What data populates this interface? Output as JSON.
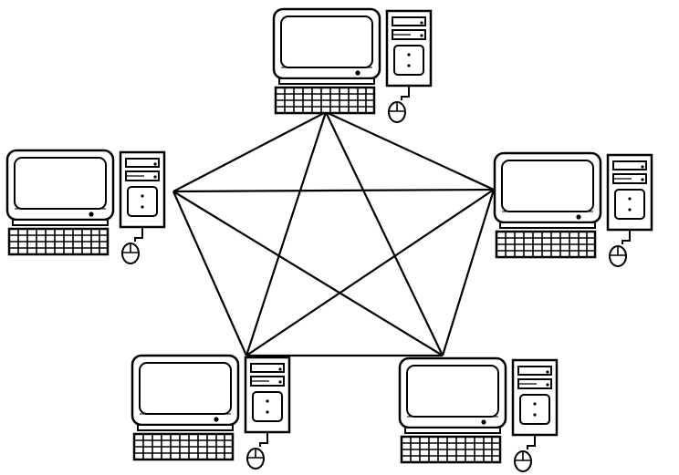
{
  "diagram": {
    "kind": "mesh-network",
    "nodes": [
      {
        "id": "node-top",
        "device": "desktop-computer-icon"
      },
      {
        "id": "node-left",
        "device": "desktop-computer-icon"
      },
      {
        "id": "node-right",
        "device": "desktop-computer-icon"
      },
      {
        "id": "node-bottom-left",
        "device": "desktop-computer-icon"
      },
      {
        "id": "node-bottom-right",
        "device": "desktop-computer-icon"
      }
    ],
    "links": [
      [
        "node-top",
        "node-left"
      ],
      [
        "node-top",
        "node-right"
      ],
      [
        "node-top",
        "node-bottom-left"
      ],
      [
        "node-top",
        "node-bottom-right"
      ],
      [
        "node-left",
        "node-right"
      ],
      [
        "node-left",
        "node-bottom-left"
      ],
      [
        "node-left",
        "node-bottom-right"
      ],
      [
        "node-right",
        "node-bottom-left"
      ],
      [
        "node-right",
        "node-bottom-right"
      ],
      [
        "node-bottom-left",
        "node-bottom-right"
      ]
    ],
    "colors": {
      "line": "#000000",
      "background": "#ffffff"
    }
  }
}
